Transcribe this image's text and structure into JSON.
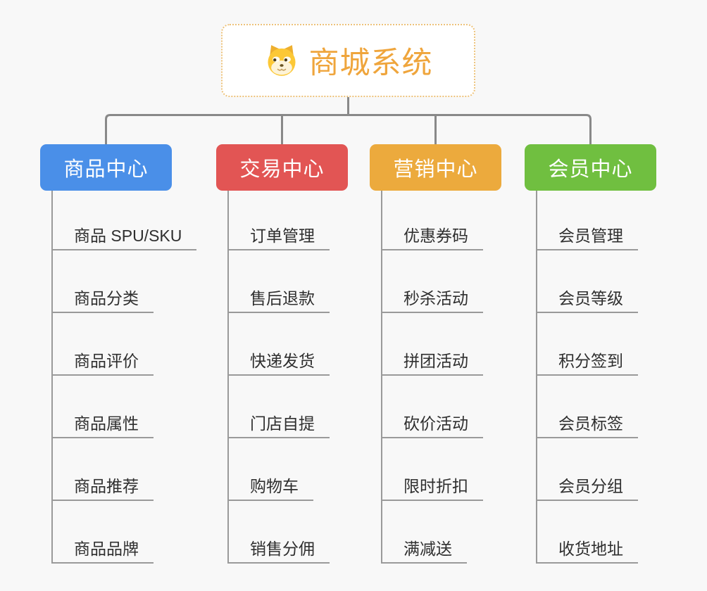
{
  "root": {
    "title": "商城系统",
    "icon": "dog-face-icon",
    "title_color": "#efa53c",
    "border_color": "#edc27a"
  },
  "branches": [
    {
      "label": "商品中心",
      "color": "#4a8fe8",
      "children": [
        "商品 SPU/SKU",
        "商品分类",
        "商品评价",
        "商品属性",
        "商品推荐",
        "商品品牌"
      ]
    },
    {
      "label": "交易中心",
      "color": "#e25554",
      "children": [
        "订单管理",
        "售后退款",
        "快递发货",
        "门店自提",
        "购物车",
        "销售分佣"
      ]
    },
    {
      "label": "营销中心",
      "color": "#ecaa3d",
      "children": [
        "优惠券码",
        "秒杀活动",
        "拼团活动",
        "砍价活动",
        "限时折扣",
        "满减送"
      ]
    },
    {
      "label": "会员中心",
      "color": "#70bf40",
      "children": [
        "会员管理",
        "会员等级",
        "积分签到",
        "会员标签",
        "会员分组",
        "收货地址"
      ]
    }
  ],
  "colors": {
    "background": "#f8f8f8",
    "connector": "#898989",
    "line": "#9a9a9a",
    "text": "#2f2f2f",
    "root_background": "#ffffff"
  }
}
